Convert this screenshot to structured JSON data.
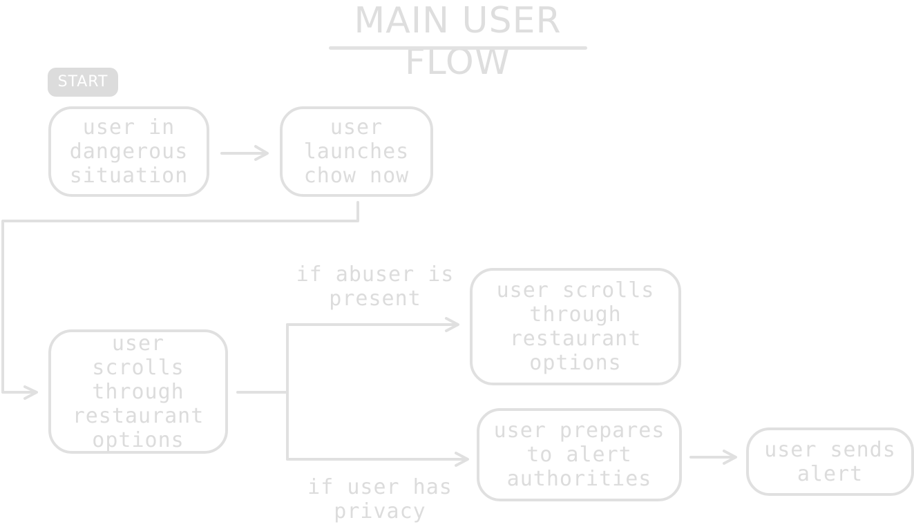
{
  "title": "MAIN USER FLOW",
  "start_label": "START",
  "nodes": {
    "dangerous": "user in\ndangerous\nsituation",
    "launch": "user\nlaunches\nchow now",
    "scroll_main": "user scrolls\nthrough\nrestaurant\noptions",
    "scroll_abuser": "user scrolls\nthrough\nrestaurant\noptions",
    "prepare_alert": "user prepares\nto alert\nauthorities",
    "send_alert": "user sends\nalert"
  },
  "edge_labels": {
    "abuser_present": "if abuser is\npresent",
    "user_privacy": "if user has\nprivacy"
  },
  "colors": {
    "stroke": "#e0e0e0",
    "text": "#dcdcdc",
    "start_fill": "#dcdcdc"
  }
}
